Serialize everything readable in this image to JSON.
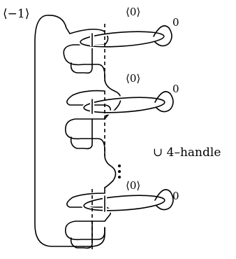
{
  "labels": {
    "framing_outer": "⟨−1⟩",
    "framing_link": "⟨0⟩",
    "framing_circle": "0",
    "handle": "∪ 4–handle"
  }
}
